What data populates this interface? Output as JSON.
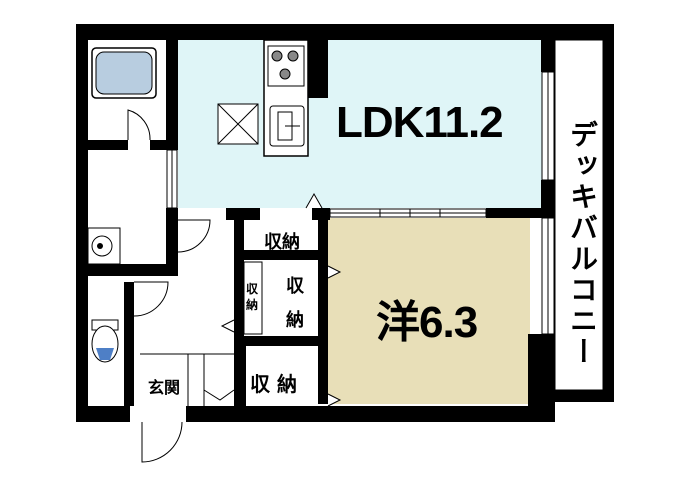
{
  "rooms": {
    "ldk": "LDK11.2",
    "western": "洋6.3",
    "storage_top": "収納",
    "storage_mid_line1": "収",
    "storage_mid_line2": "納",
    "storage_small_line1": "収",
    "storage_small_line2": "納",
    "storage_bottom": "収 納",
    "entrance": "玄関",
    "balcony": "デッキバルコニー"
  },
  "colors": {
    "ldk_fill": "#dff5f7",
    "western_fill": "#e8dfb8",
    "wall": "#000000",
    "bath_fill": "#b8cde0"
  }
}
